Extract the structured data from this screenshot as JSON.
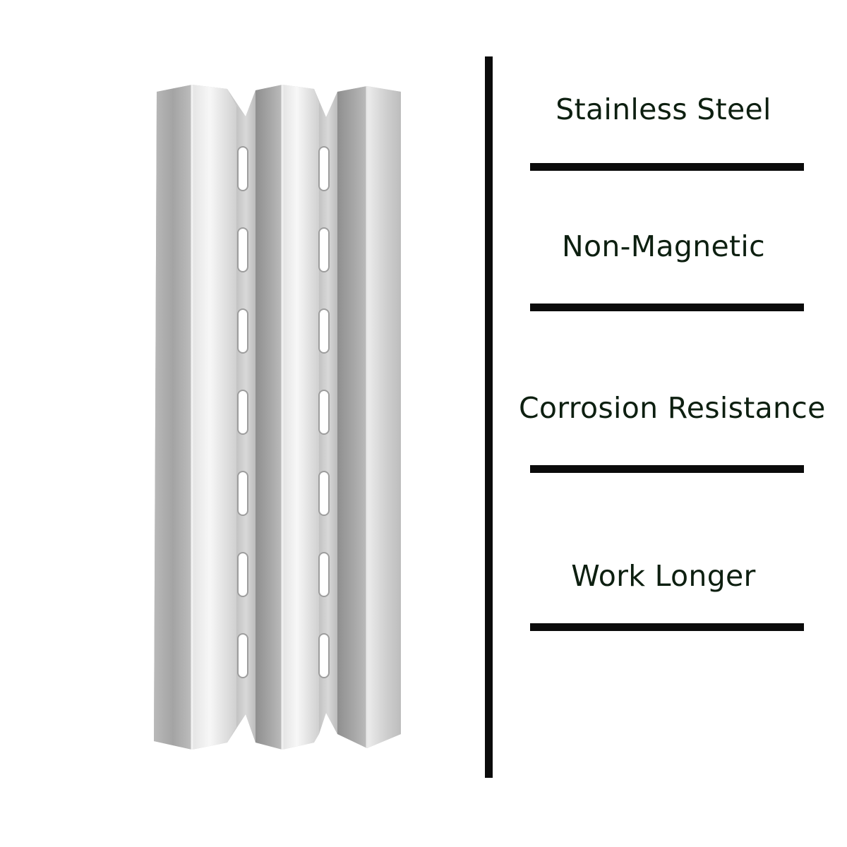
{
  "features": [
    {
      "label": "Stainless Steel"
    },
    {
      "label": "Non-Magnetic"
    },
    {
      "label": "Corrosion Resistance"
    },
    {
      "label": "Work Longer"
    }
  ],
  "colors": {
    "background": "#ffffff",
    "text": "#0d1f10",
    "lines": "#0b0b0b",
    "steel_light": "#eeeeee",
    "steel_mid": "#c9c9c9",
    "steel_dark": "#9a9a9a"
  },
  "product": {
    "icon": "heat-plate-icon",
    "material": "stainless steel"
  }
}
